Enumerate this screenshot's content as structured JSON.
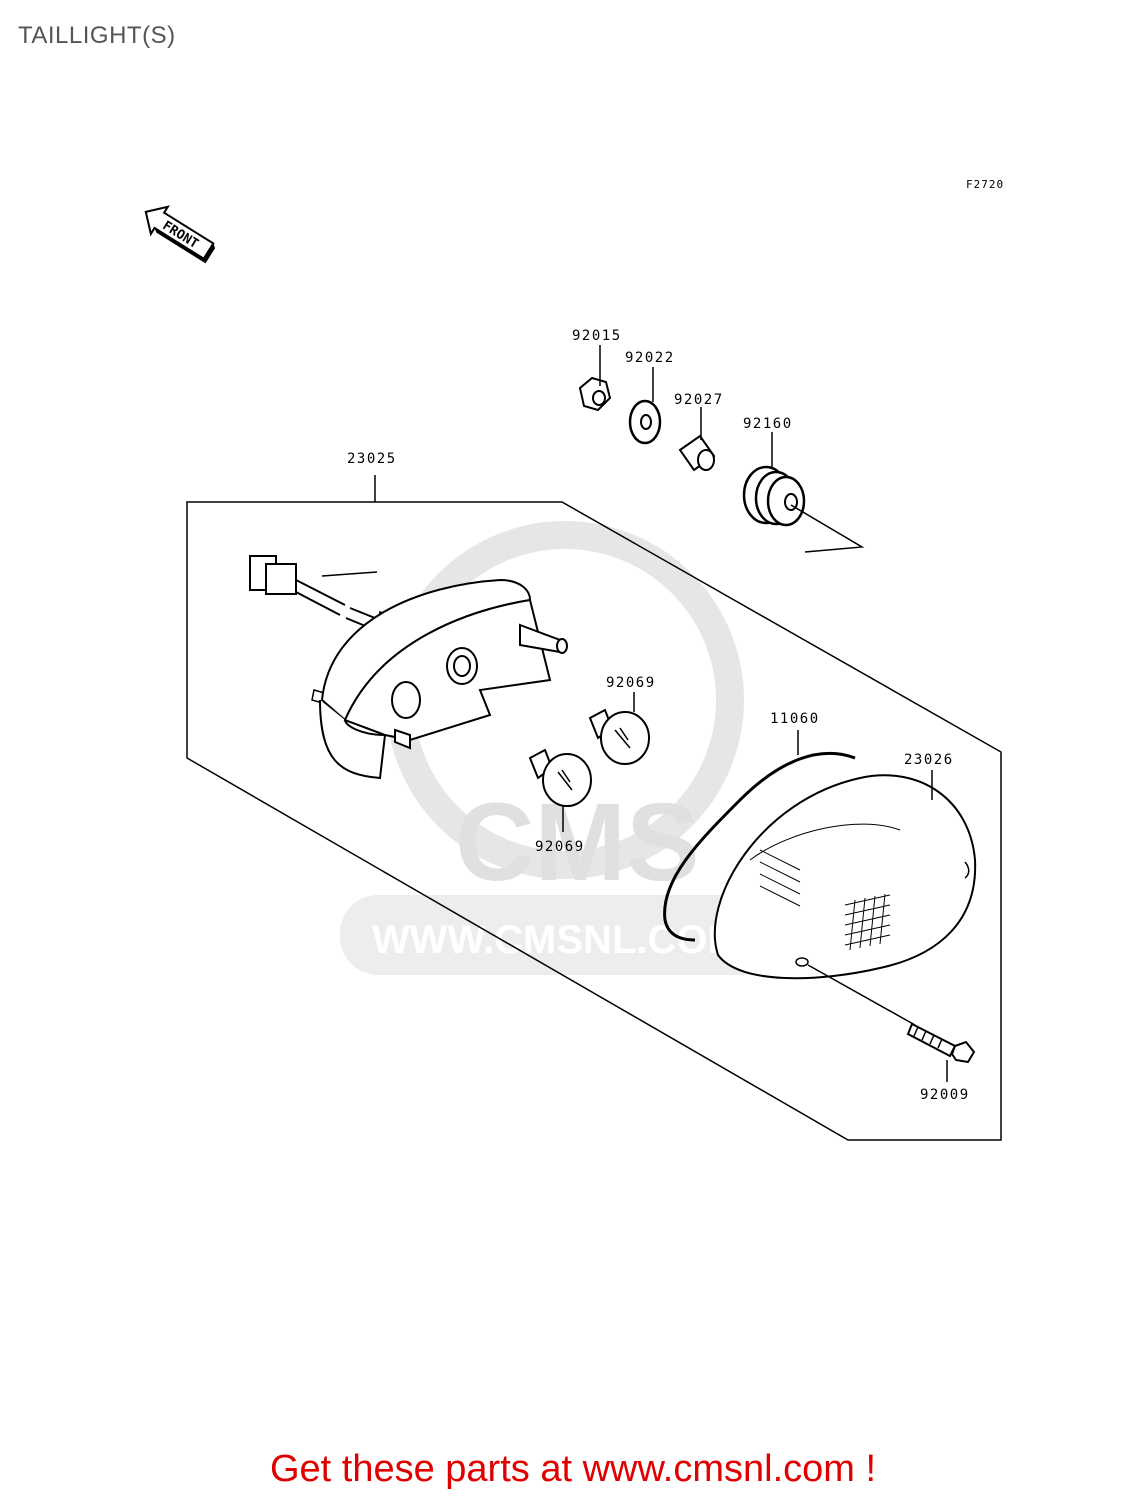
{
  "page": {
    "title": "TAILLIGHT(S)",
    "figure_code": "F2720",
    "footer": "Get these parts at www.cmsnl.com !"
  },
  "watermark": {
    "logo_text": "CMS",
    "url_text": "WWW.CMSNL.COM"
  },
  "front_arrow": {
    "label": "FRONT"
  },
  "parts": {
    "p92015": "92015",
    "p92022": "92022",
    "p92027": "92027",
    "p92160": "92160",
    "p23025": "23025",
    "p92069a": "92069",
    "p92069b": "92069",
    "p11060": "11060",
    "p23026": "23026",
    "p92009": "92009"
  },
  "colors": {
    "footer": "#e00000",
    "title": "#555555",
    "watermark": "#e0e0e0",
    "line": "#000000"
  }
}
